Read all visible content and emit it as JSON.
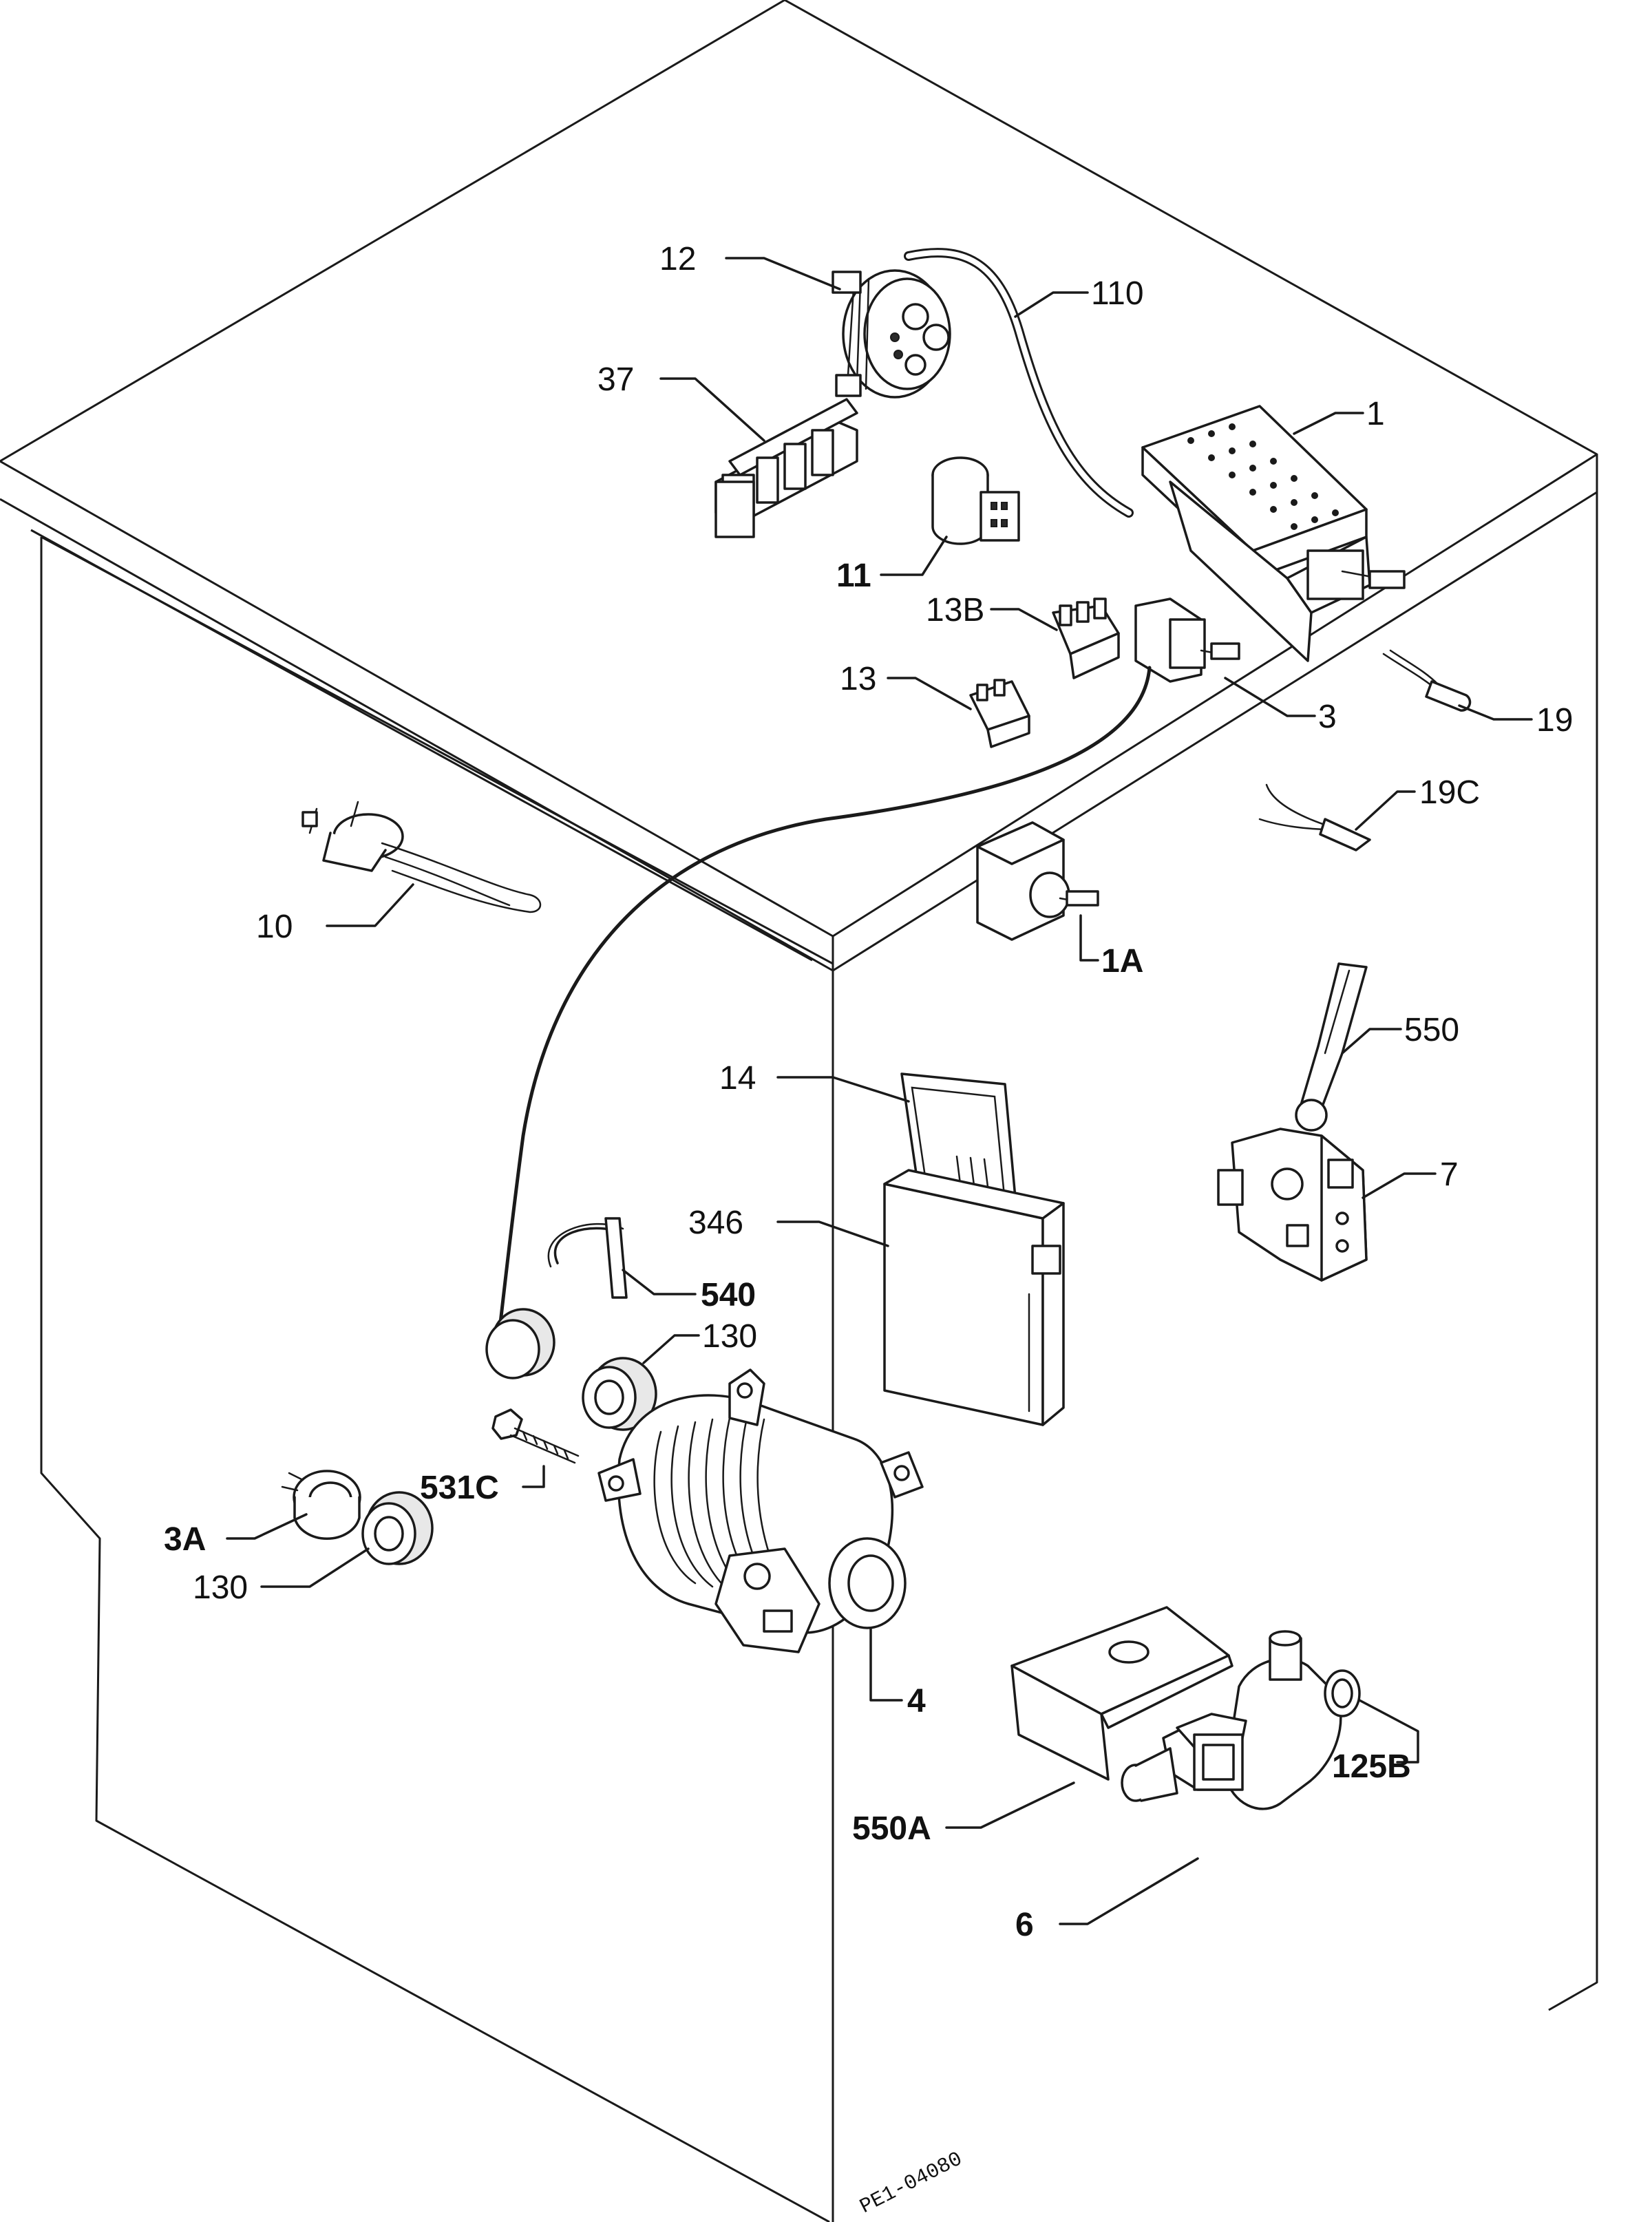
{
  "labels": {
    "l12": "12",
    "l110": "110",
    "l37": "37",
    "l1": "1",
    "l11": "11",
    "l13b": "13B",
    "l13": "13",
    "l3": "3",
    "l19": "19",
    "l19c": "19C",
    "l10": "10",
    "l1a": "1A",
    "l550": "550",
    "l14": "14",
    "l7": "7",
    "l346": "346",
    "l540": "540",
    "l130a": "130",
    "l531c": "531C",
    "l3a": "3A",
    "l130b": "130",
    "l4": "4",
    "l125b": "125B",
    "l550a": "550A",
    "l6": "6"
  },
  "drawing_ref": "PE1-04080",
  "colors": {
    "ink": "#1a1a1a",
    "paper": "#ffffff"
  }
}
